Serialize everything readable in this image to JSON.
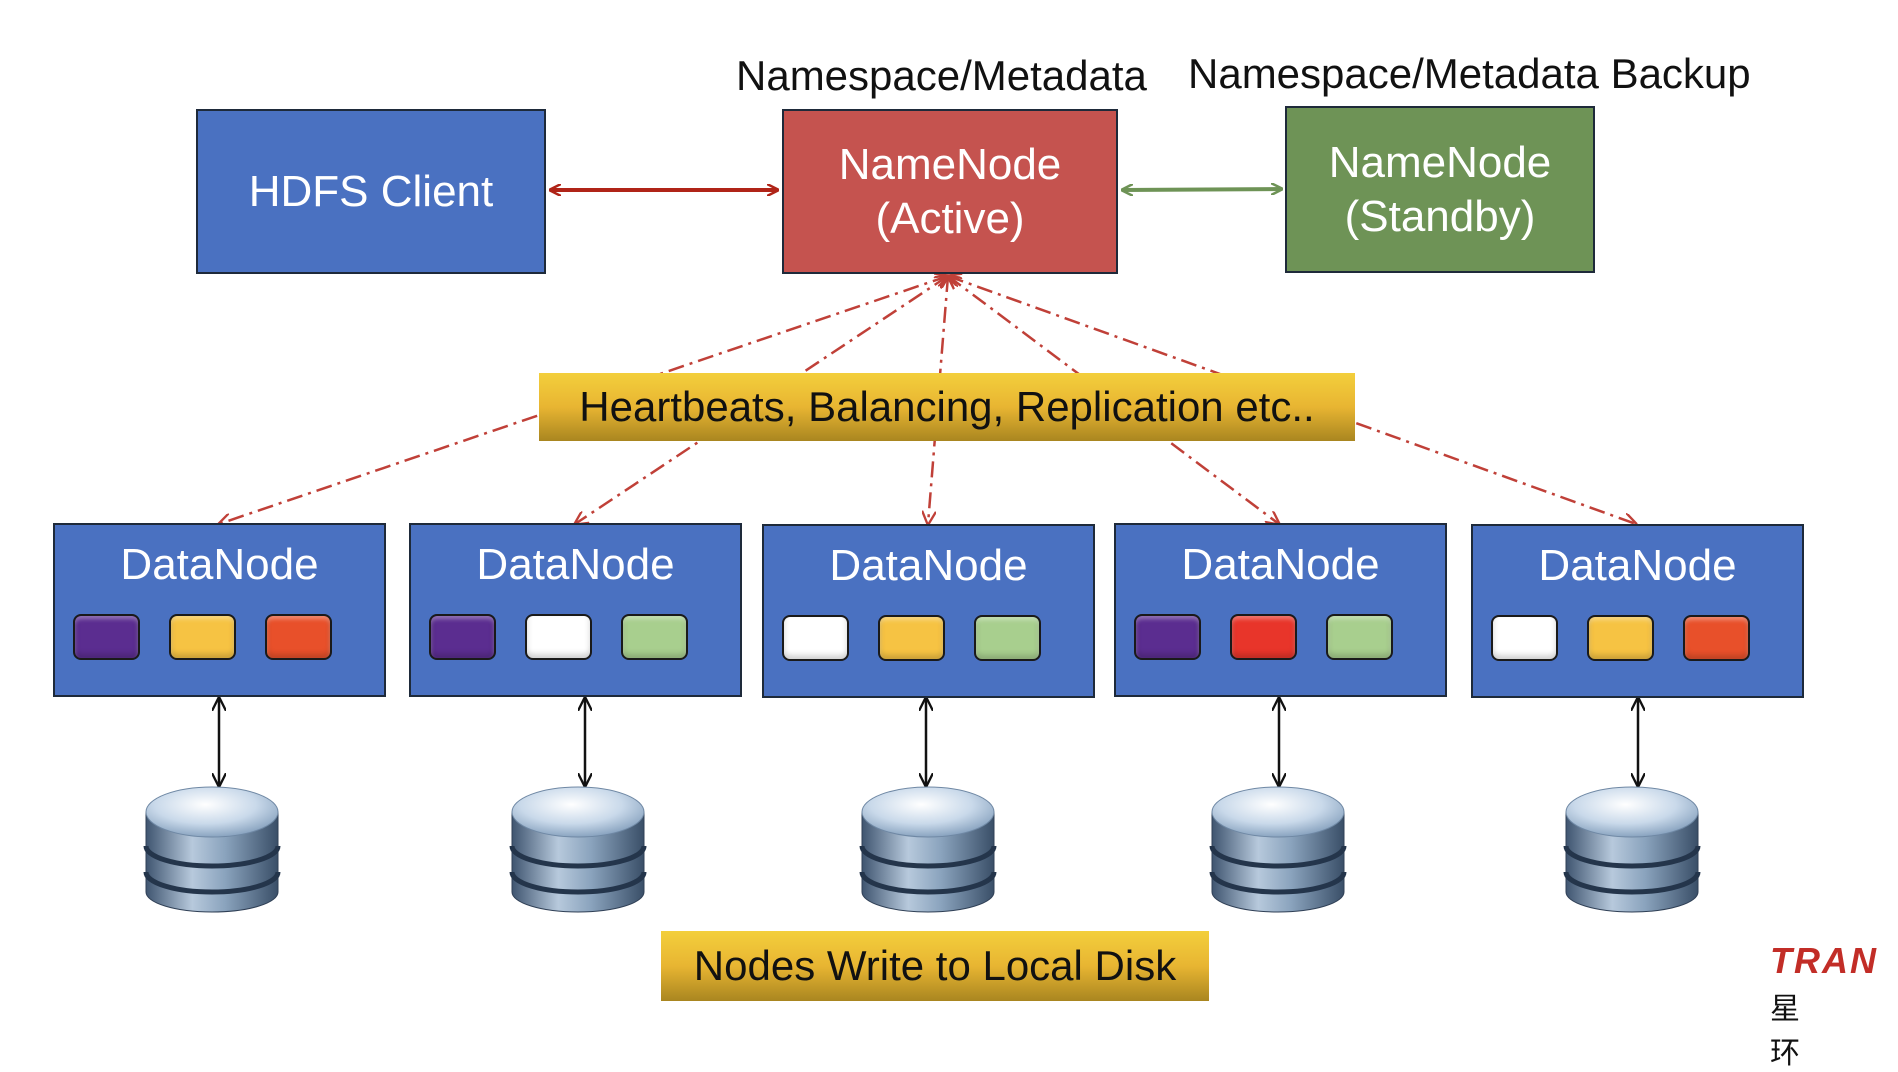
{
  "labels": {
    "namespace_active": "Namespace/Metadata",
    "namespace_backup": "Namespace/Metadata Backup"
  },
  "client": {
    "label": "HDFS Client"
  },
  "namenode_active": {
    "line1": "NameNode",
    "line2": "(Active)"
  },
  "namenode_standby": {
    "line1": "NameNode",
    "line2": "(Standby)"
  },
  "heartbeat_banner": "Heartbeats, Balancing, Replication etc..",
  "disk_banner": "Nodes Write to Local Disk",
  "datanodes": [
    {
      "title": "DataNode",
      "blocks": [
        "purple",
        "yellow",
        "orange"
      ]
    },
    {
      "title": "DataNode",
      "blocks": [
        "purple",
        "white",
        "lightgreen"
      ]
    },
    {
      "title": "DataNode",
      "blocks": [
        "white",
        "yellow",
        "lightgreen"
      ]
    },
    {
      "title": "DataNode",
      "blocks": [
        "purple",
        "red",
        "lightgreen"
      ]
    },
    {
      "title": "DataNode",
      "blocks": [
        "white",
        "yellow",
        "orange"
      ]
    }
  ],
  "block_colors": {
    "purple": "#5b2d90",
    "yellow": "#f6c343",
    "orange": "#e8502a",
    "white": "#ffffff",
    "lightgreen": "#a8cf8e",
    "red": "#e8352a"
  },
  "colors": {
    "client_arrow": "#b02418",
    "standby_arrow": "#6e9356",
    "heartbeat_arrow": "#c04038",
    "disk_arrow": "#111111"
  },
  "logo": {
    "latin": "TRAN",
    "cjk": "星 环"
  }
}
